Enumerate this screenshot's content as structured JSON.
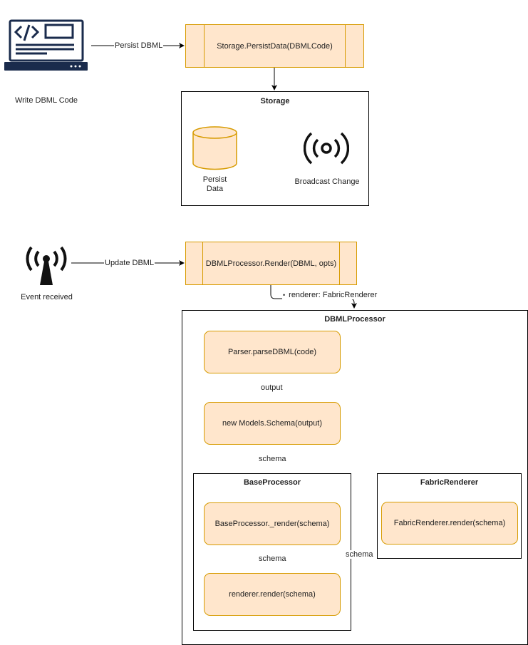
{
  "top": {
    "laptop_icon": "laptop-code-icon",
    "write_label": "Write DBML Code",
    "persist_edge_label": "Persist DBML",
    "persist_process": "Storage.PersistData(DBMLCode)",
    "storage": {
      "title": "Storage",
      "db_icon": "database-cylinder-icon",
      "db_label_line1": "Persist",
      "db_label_line2": "Data",
      "broadcast_icon": "broadcast-icon",
      "broadcast_label": "Broadcast Change"
    }
  },
  "bottom": {
    "antenna_icon": "antenna-signal-icon",
    "event_label": "Event received",
    "update_edge_label": "Update DBML",
    "render_process": "DBMLProcessor.Render(DBML, opts)",
    "renderer_edge_label": "renderer: FabricRenderer",
    "processor": {
      "title": "DBMLProcessor",
      "parse_box": "Parser.parseDBML(code)",
      "output_label": "output",
      "schema_box": "new Models.Schema(output)",
      "schema_label": "schema",
      "base": {
        "title": "BaseProcessor",
        "render_box": "BaseProcessor._render(schema)",
        "schema_label": "schema",
        "renderer_box": "renderer.render(schema)"
      },
      "cross_schema_label": "schema",
      "fabric": {
        "title": "FabricRenderer",
        "render_box": "FabricRenderer.render(schema)"
      }
    }
  },
  "colors": {
    "fill": "#ffe6cc",
    "stroke": "#d79b00",
    "icon": "#1a2b4c"
  }
}
